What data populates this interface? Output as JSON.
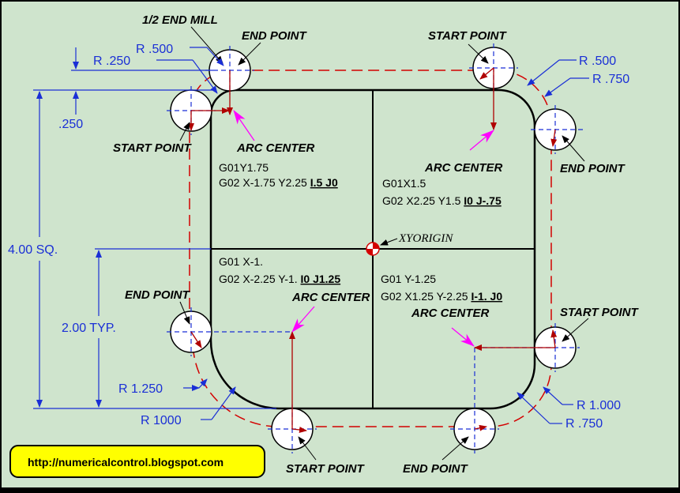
{
  "tool_label": "1/2 END MILL",
  "labels": {
    "end_point_tl": "END POINT",
    "start_point_tr": "START POINT",
    "start_point_l": "START POINT",
    "arc_center_tl": "ARC CENTER",
    "arc_center_tr": "ARC CENTER",
    "end_point_r": "END POINT",
    "end_point_l": "END POINT",
    "arc_center_bl": "ARC CENTER",
    "arc_center_br": "ARC CENTER",
    "start_point_r": "START POINT",
    "start_point_bottom": "START POINT",
    "end_point_bottom": "END POINT"
  },
  "origin_label": "XYORIGIN",
  "code_blocks": {
    "tl_line1": "G01Y1.75",
    "tl_line2_plain": "G02 X-1.75 Y2.25 ",
    "tl_line2_ij": "I.5 J0",
    "tr_line1": "G01X1.5",
    "tr_line2_plain": "G02 X2.25 Y1.5 ",
    "tr_line2_ij": "I0 J-.75",
    "bl_line1": "G01 X-1.",
    "bl_line2_plain": "G02 X-2.25 Y-1. ",
    "bl_line2_ij": "I0 J1.25",
    "br_line1": "G01 Y-1.25",
    "br_line2_plain": "G02 X1.25 Y-2.25 ",
    "br_line2_ij": "I-1. J0"
  },
  "dimensions": {
    "r500_tl": "R .500",
    "r250_tl": "R .250",
    "d250": ".250",
    "r500_tr": "R .500",
    "r750_tr": "R .750",
    "square": "4.00 SQ.",
    "typ": "2.00 TYP.",
    "r1250": "R 1.250",
    "r1000_bl": "R 1000",
    "r1000_br": "R 1.000",
    "r750_br": "R .750"
  },
  "website": "http://numericalcontrol.blogspot.com",
  "colors": {
    "background": "#cfe4cd",
    "dimension_blue": "#1a2fd6",
    "toolpath_red": "#d40000",
    "arc_center_magenta": "#ff00ff",
    "badge_yellow": "#ffff00"
  }
}
